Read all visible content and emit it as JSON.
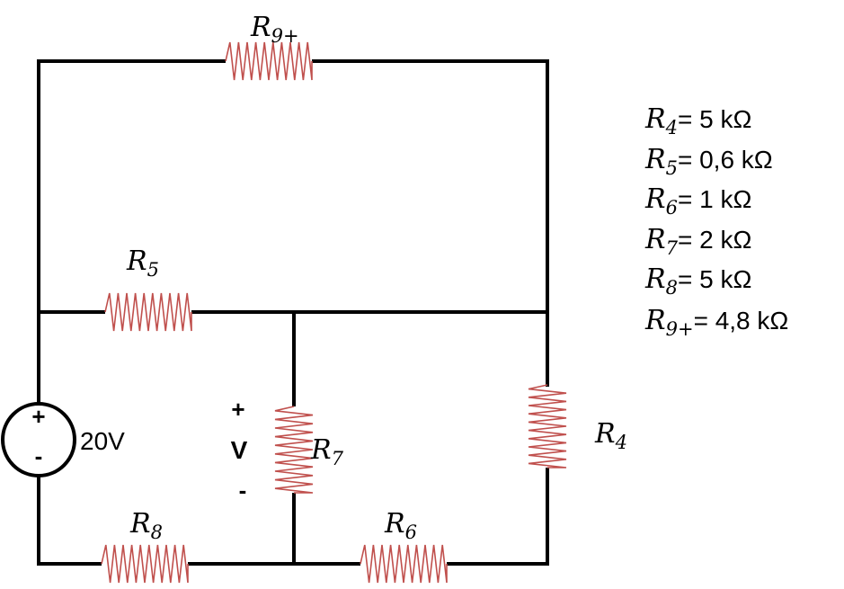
{
  "source": {
    "value": "20V",
    "plus": "+",
    "minus": "-"
  },
  "measurement": {
    "label": "V",
    "plus": "+",
    "minus": "-"
  },
  "resistors": [
    {
      "id": "R9",
      "sym": "R",
      "sub": "9+"
    },
    {
      "id": "R5",
      "sym": "R",
      "sub": "5"
    },
    {
      "id": "R7",
      "sym": "R",
      "sub": "7"
    },
    {
      "id": "R4",
      "sym": "R",
      "sub": "4"
    },
    {
      "id": "R8",
      "sym": "R",
      "sub": "8"
    },
    {
      "id": "R6",
      "sym": "R",
      "sub": "6"
    }
  ],
  "legend": [
    {
      "sym": "R",
      "sub": "4",
      "value": "= 5 kΩ"
    },
    {
      "sym": "R",
      "sub": "5",
      "value": "= 0,6 kΩ"
    },
    {
      "sym": "R",
      "sub": "6",
      "value": "= 1 kΩ"
    },
    {
      "sym": "R",
      "sub": "7",
      "value": "= 2 kΩ"
    },
    {
      "sym": "R",
      "sub": "8",
      "value": "= 5 kΩ"
    },
    {
      "sym": "R",
      "sub": "9+",
      "value": "= 4,8 kΩ"
    }
  ],
  "colors": {
    "wire": "#000000",
    "resistor": "#c0504d"
  }
}
